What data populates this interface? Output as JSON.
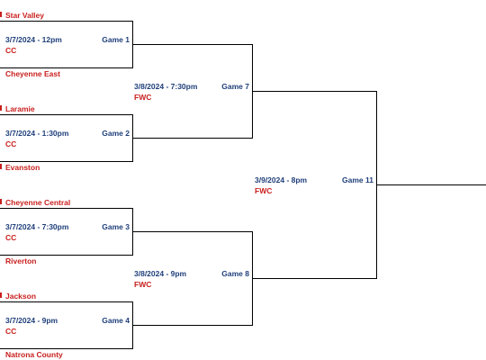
{
  "round1": [
    {
      "top_team": "Star Valley",
      "bottom_team": "Cheyenne East",
      "datetime": "3/7/2024 - 12pm",
      "venue": "CC",
      "game": "Game 1"
    },
    {
      "top_team": "Laramie",
      "bottom_team": "Evanston",
      "datetime": "3/7/2024 - 1:30pm",
      "venue": "CC",
      "game": "Game 2"
    },
    {
      "top_team": "Cheyenne Central",
      "bottom_team": "Riverton",
      "datetime": "3/7/2024 - 7:30pm",
      "venue": "CC",
      "game": "Game 3"
    },
    {
      "top_team": "Jackson",
      "bottom_team": "Natrona County",
      "datetime": "3/7/2024 - 9pm",
      "venue": "CC",
      "game": "Game 4"
    }
  ],
  "round2": [
    {
      "datetime": "3/8/2024 - 7:30pm",
      "venue": "FWC",
      "game": "Game 7"
    },
    {
      "datetime": "3/8/2024 - 9pm",
      "venue": "FWC",
      "game": "Game 8"
    }
  ],
  "round3": {
    "datetime": "3/9/2024 - 8pm",
    "venue": "FWC",
    "game": "Game 11"
  },
  "colors": {
    "team": "#c8201e",
    "info": "#1f3f7a",
    "line": "#000000"
  }
}
